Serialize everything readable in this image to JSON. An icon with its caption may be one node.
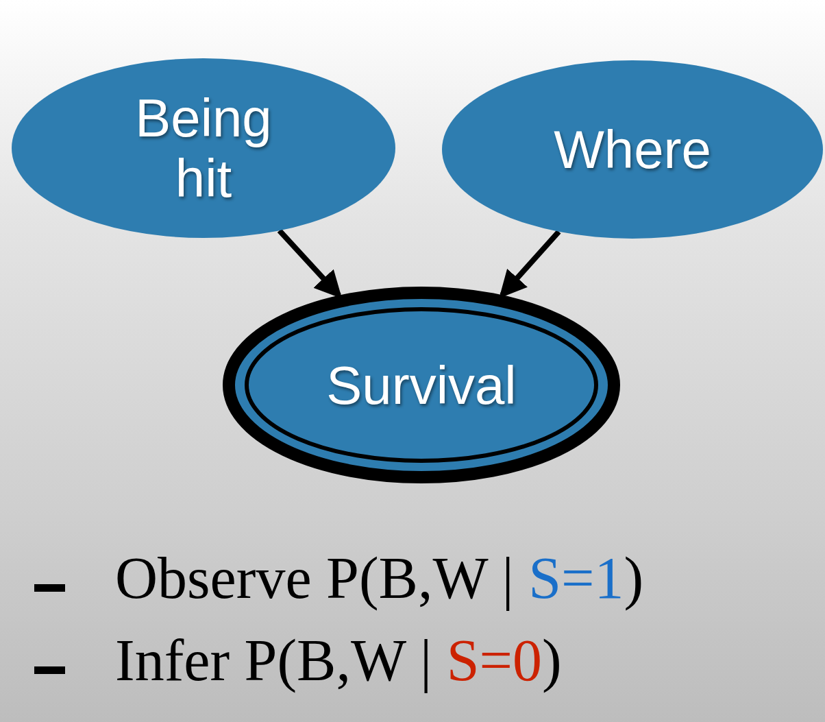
{
  "diagram": {
    "nodes": [
      {
        "text": [
          "Being hit"
        ]
      },
      {
        "text": [
          "Where"
        ]
      },
      {
        "text": [
          "Survival"
        ]
      }
    ],
    "edges": [
      {
        "from": 0,
        "to": 2,
        "arrow": "to"
      },
      {
        "from": 1,
        "to": 2,
        "arrow": "to"
      }
    ],
    "labels": [
      "Observe P(B,W | S=1)",
      "Infer P(B,W | S=0)"
    ]
  }
}
